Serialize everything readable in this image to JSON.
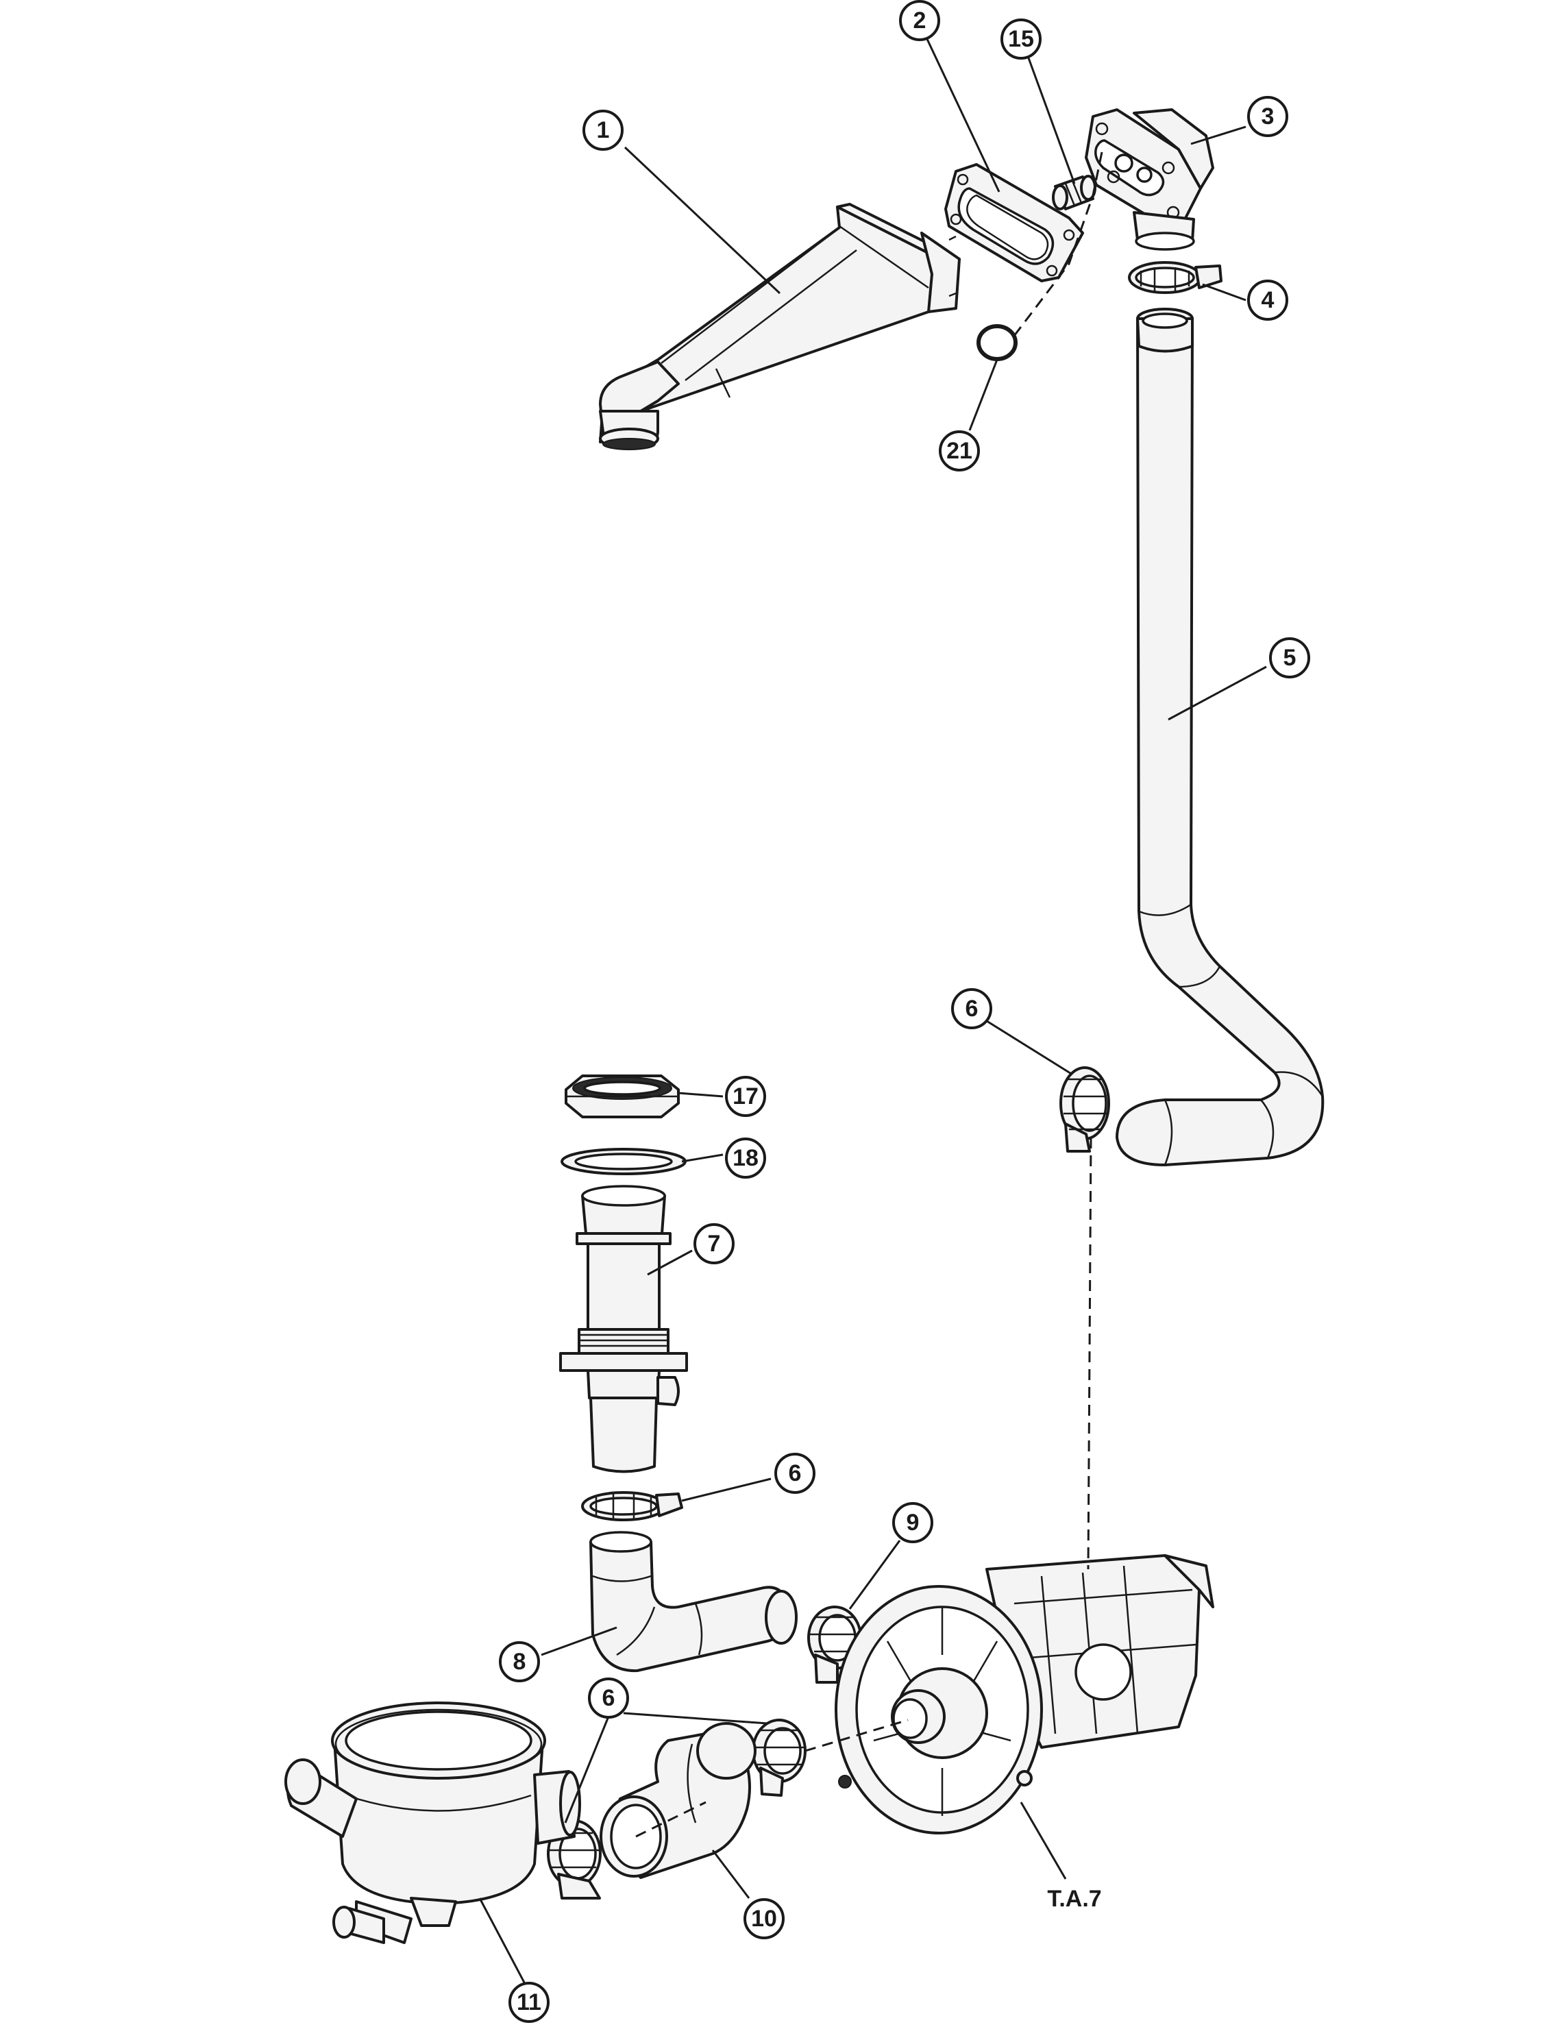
{
  "callouts": [
    {
      "id": "c1",
      "label": "1"
    },
    {
      "id": "c2",
      "label": "2"
    },
    {
      "id": "c15",
      "label": "15"
    },
    {
      "id": "c3",
      "label": "3"
    },
    {
      "id": "c4",
      "label": "4"
    },
    {
      "id": "c21",
      "label": "21"
    },
    {
      "id": "c5",
      "label": "5"
    },
    {
      "id": "c6a",
      "label": "6"
    },
    {
      "id": "c17",
      "label": "17"
    },
    {
      "id": "c18",
      "label": "18"
    },
    {
      "id": "c7",
      "label": "7"
    },
    {
      "id": "c6b",
      "label": "6"
    },
    {
      "id": "c9",
      "label": "9"
    },
    {
      "id": "c8",
      "label": "8"
    },
    {
      "id": "c6c",
      "label": "6"
    },
    {
      "id": "c10",
      "label": "10"
    },
    {
      "id": "c11",
      "label": "11"
    }
  ],
  "assembly_label": "T.A.7"
}
